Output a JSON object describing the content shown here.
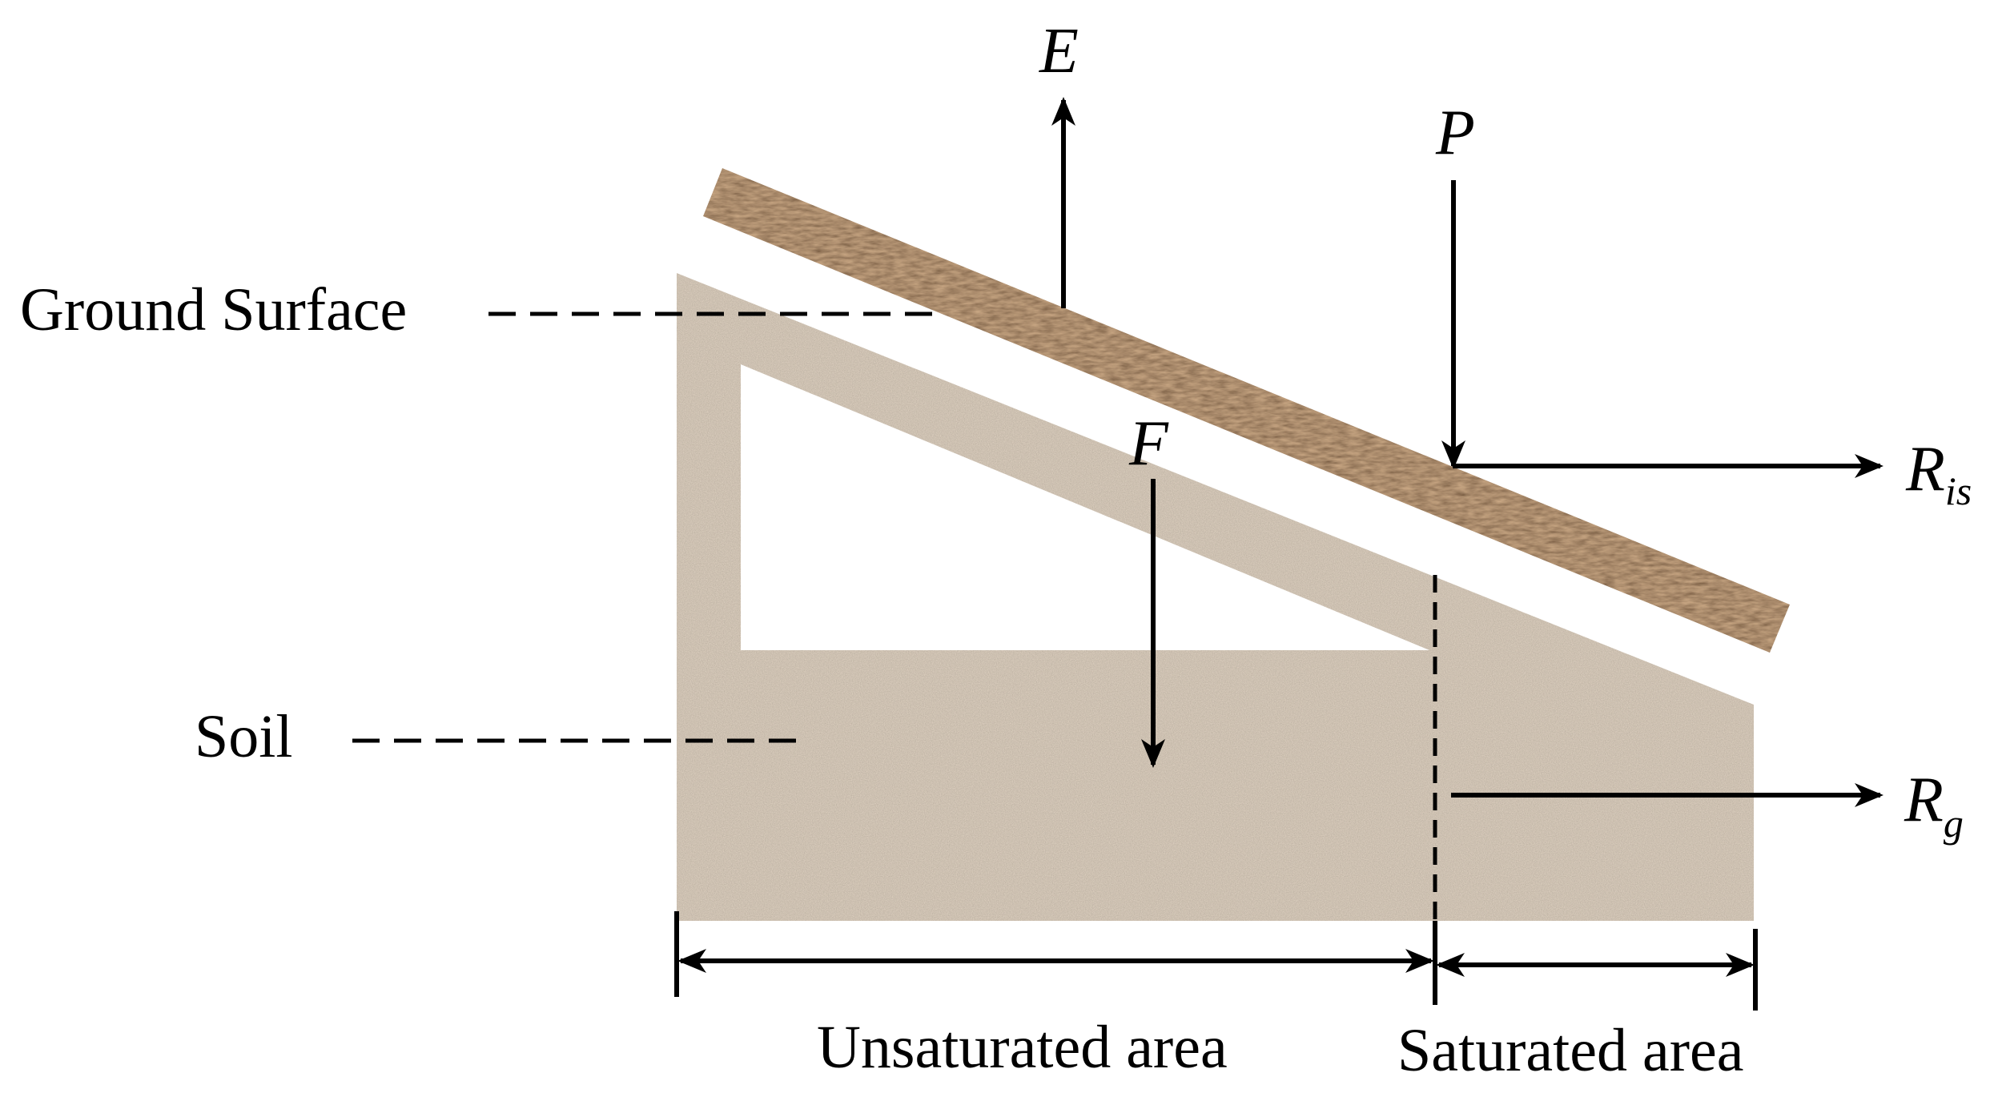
{
  "labels": {
    "ground_surface": "Ground Surface",
    "soil": "Soil",
    "unsaturated_area": "Unsaturated area",
    "saturated_area": "Saturated area"
  },
  "fluxes": {
    "evaporation": "E",
    "precipitation": "P",
    "infiltration": "F",
    "surface_runoff": {
      "symbol": "R",
      "subscript": "is"
    },
    "groundwater_runoff": {
      "symbol": "R",
      "subscript": "g"
    }
  },
  "colors": {
    "soil": "#a39380",
    "surface_layer": "#5a3e28",
    "ink": "#000000"
  }
}
